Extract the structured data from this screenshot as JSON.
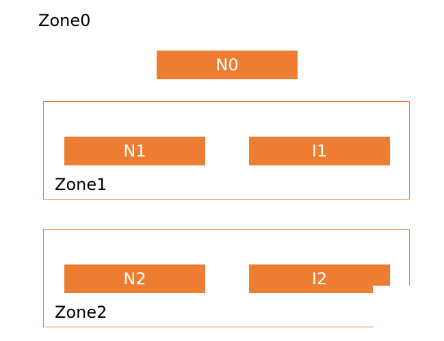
{
  "colors": {
    "node_fill": "#ED7D31",
    "zone_border": "#ED7D31",
    "label_text": "#000000",
    "node_text": "#FFFFFF"
  },
  "zone0": {
    "label": "Zone0",
    "nodes": {
      "n0": "N0"
    }
  },
  "zone1": {
    "label": "Zone1",
    "nodes": {
      "n1": "N1",
      "i1": "I1"
    }
  },
  "zone2": {
    "label": "Zone2",
    "nodes": {
      "n2": "N2",
      "i2": "I2"
    }
  }
}
